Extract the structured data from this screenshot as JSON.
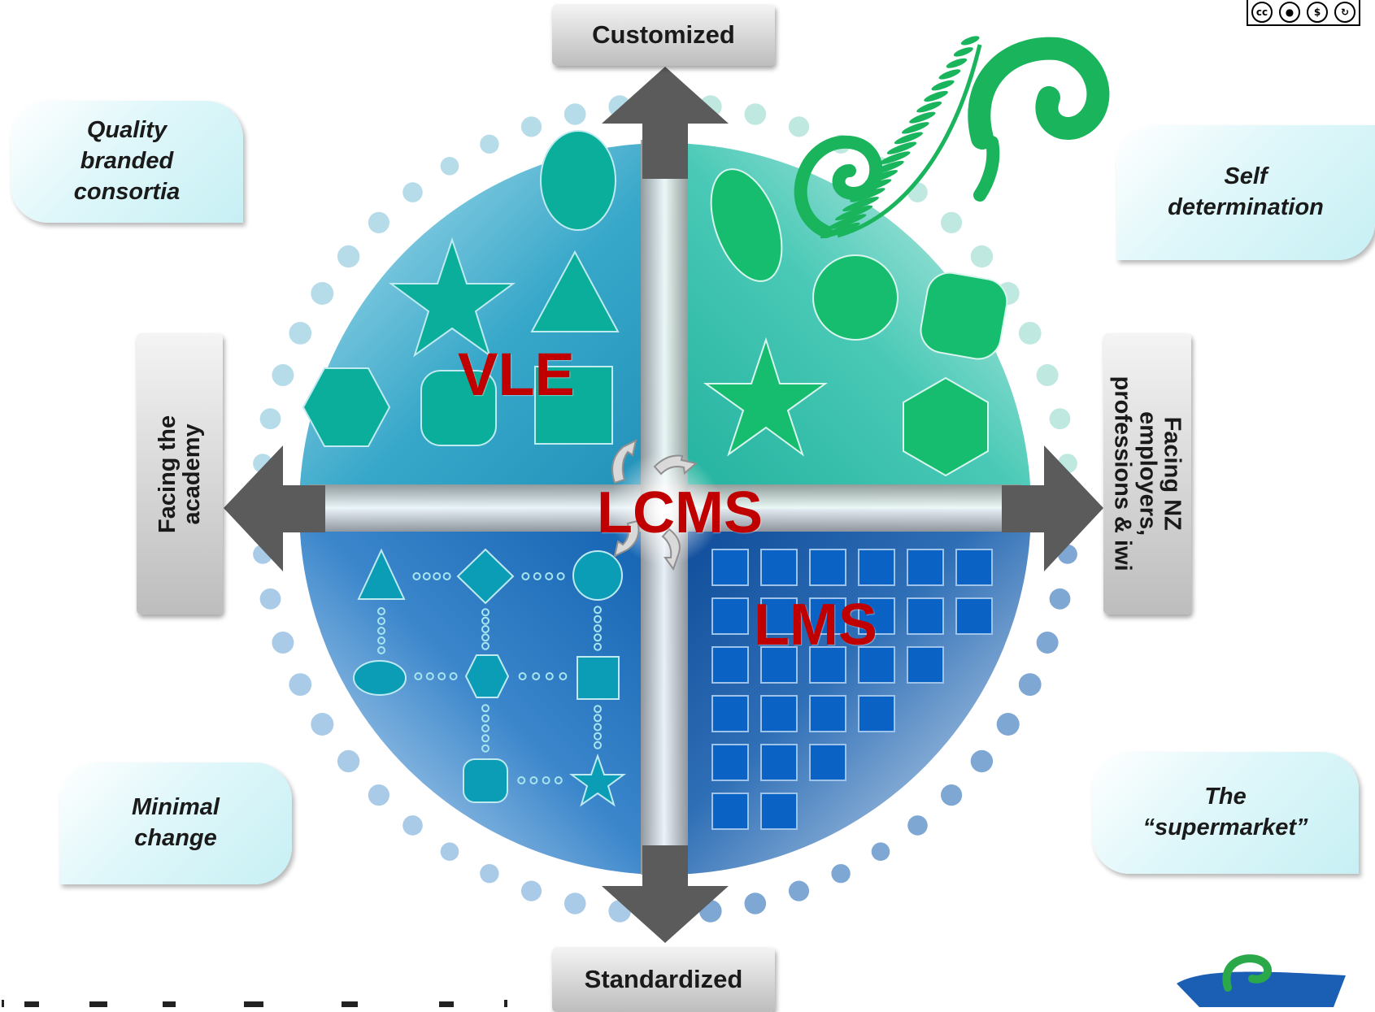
{
  "axes": {
    "top": "Customized",
    "bottom": "Standardized",
    "left": [
      "Facing the",
      "academy"
    ],
    "right": [
      "Facing NZ",
      "employers,",
      "professions & iwi"
    ]
  },
  "corners": {
    "top_left": [
      "Quality",
      "branded",
      "consortia"
    ],
    "top_right": [
      "Self",
      "determination"
    ],
    "bottom_left": [
      "Minimal",
      "change"
    ],
    "bottom_right": [
      "The",
      "“supermarket”"
    ]
  },
  "quadrants": {
    "top_left": "VLE",
    "center": "LCMS",
    "bottom_right": "LMS"
  },
  "license": {
    "cc": "cc",
    "icons": [
      "by-icon",
      "nc-icon",
      "sa-icon"
    ]
  },
  "colors": {
    "label_red": "#c00000",
    "tl_quadrant": "#2aa6c6",
    "tr_quadrant": "#3cc5b3",
    "bl_quadrant": "#1d6fbc",
    "br_quadrant": "#0e4e9e",
    "shape_teal": "#0aae9a",
    "shape_green": "#16bd6f",
    "shape_blue_dark": "#0a62c4",
    "shape_bl": "#0a9db5",
    "fern_green": "#19b45c"
  }
}
